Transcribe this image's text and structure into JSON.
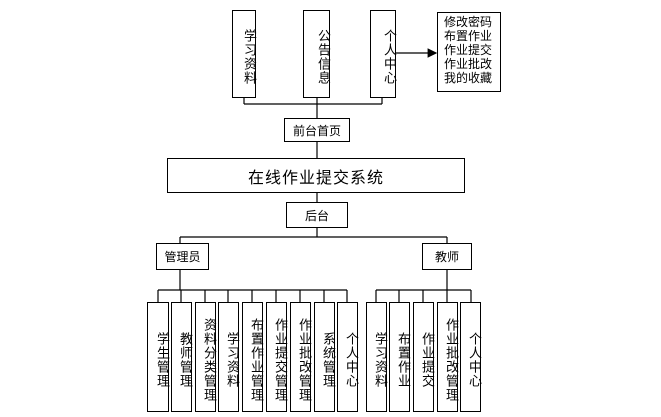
{
  "front": {
    "items": [
      "学习资料",
      "公告信息",
      "个人中心"
    ],
    "submenu": [
      "修改密码",
      "布置作业",
      "作业提交",
      "作业批改",
      "我的收藏"
    ],
    "home_label": "前台首页"
  },
  "system": {
    "title": "在线作业提交系统"
  },
  "back": {
    "label": "后台",
    "admin": {
      "label": "管理员",
      "items": [
        "学生管理",
        "教师管理",
        "资料分类管理",
        "学习资料",
        "布置作业管理",
        "作业提交管理",
        "作业批改管理",
        "系统管理",
        "个人中心"
      ]
    },
    "teacher": {
      "label": "教师",
      "items": [
        "学习资料",
        "布置作业",
        "作业提交",
        "作业批改管理",
        "个人中心"
      ]
    }
  }
}
